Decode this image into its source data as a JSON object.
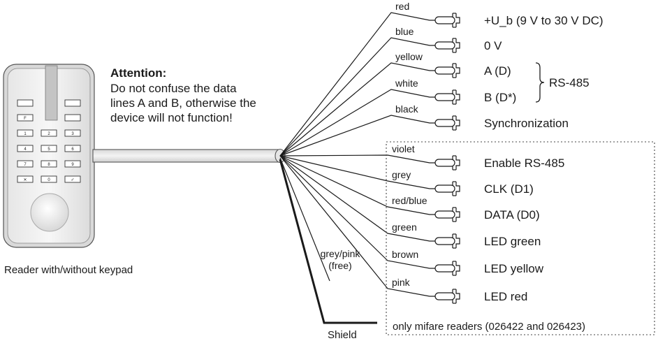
{
  "attention": {
    "heading": "Attention:",
    "lines": [
      "Do not confuse the data",
      "lines A and B, otherwise the",
      "device will not function!"
    ]
  },
  "reader_caption": "Reader with/without keypad",
  "keypad_keys": [
    "1",
    "2",
    "3",
    "4",
    "5",
    "6",
    "7",
    "8",
    "9",
    "✕",
    "0",
    "✓"
  ],
  "top_key_labels": [
    "F"
  ],
  "top_wires": [
    {
      "color_name": "red",
      "signal": "+U_b (9 V to 30 V DC)"
    },
    {
      "color_name": "blue",
      "signal": "0 V"
    },
    {
      "color_name": "yellow",
      "signal": "A (D)"
    },
    {
      "color_name": "white",
      "signal": "B (D*)"
    },
    {
      "color_name": "black",
      "signal": "Synchronization"
    }
  ],
  "rs485_label": "RS-485",
  "optional_wires": [
    {
      "color_name": "violet",
      "signal": "Enable RS-485"
    },
    {
      "color_name": "grey",
      "signal": "CLK (D1)"
    },
    {
      "color_name": "red/blue",
      "signal": "DATA (D0)"
    },
    {
      "color_name": "green",
      "signal": "LED green"
    },
    {
      "color_name": "brown",
      "signal": "LED yellow"
    },
    {
      "color_name": "pink",
      "signal": "LED red"
    }
  ],
  "optional_box_caption": "only mifare readers (026422 and 026423)",
  "free_wire_label": [
    "grey/pink",
    "(free)"
  ],
  "shield_label": "Shield"
}
